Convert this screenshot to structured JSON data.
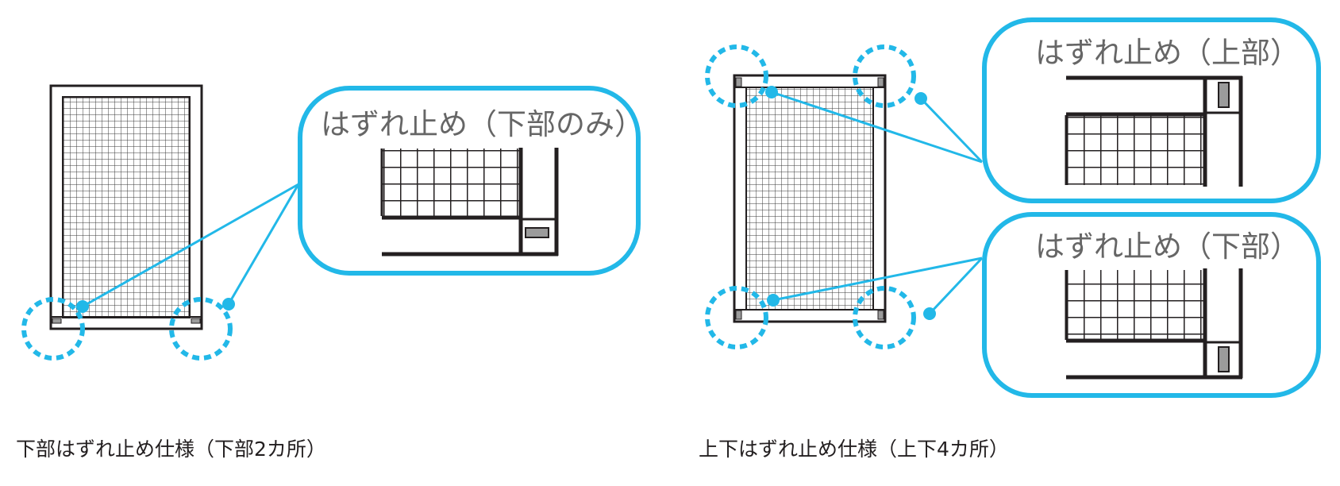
{
  "left": {
    "callout_title": "はずれ止め（下部のみ）",
    "caption": "下部はずれ止め仕様（下部2カ所）"
  },
  "right": {
    "callout_top_title": "はずれ止め（上部）",
    "callout_bottom_title": "はずれ止め（下部）",
    "caption": "上下はずれ止め仕様（上下4カ所）"
  },
  "colors": {
    "accent": "#22b8e8",
    "frame": "#231f20",
    "mesh": "#3a3a3a",
    "stopper": "#9b9b9b",
    "title_text": "#666666"
  }
}
